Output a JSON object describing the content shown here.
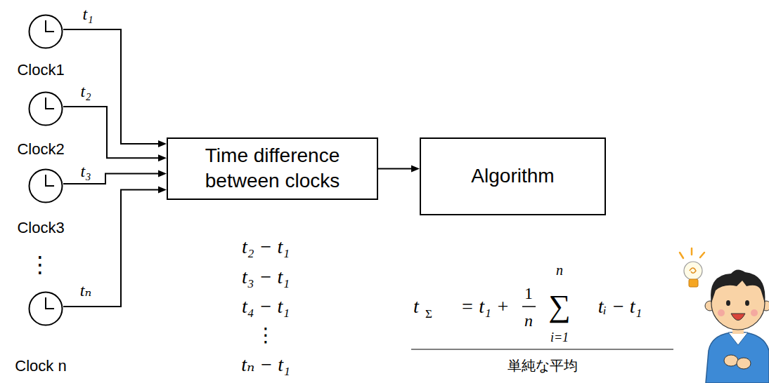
{
  "diagram": {
    "nodes": [
      {
        "text": [
          "Clock1"
        ]
      },
      {
        "text": [
          "Clock2"
        ]
      },
      {
        "text": [
          "Clock3"
        ]
      },
      {
        "text": [
          "Clock n"
        ]
      },
      {
        "text": [
          "Time difference between clocks"
        ]
      },
      {
        "text": [
          "Algorithm"
        ]
      }
    ],
    "edges": [
      {
        "from": 0,
        "to": 4,
        "arrow": "to",
        "label": "t₁"
      },
      {
        "from": 1,
        "to": 4,
        "arrow": "to",
        "label": "t₂"
      },
      {
        "from": 2,
        "to": 4,
        "arrow": "to",
        "label": "t₃"
      },
      {
        "from": 3,
        "to": 4,
        "arrow": "to",
        "label": "tₙ"
      },
      {
        "from": 4,
        "to": 5,
        "arrow": "to"
      }
    ],
    "labels": [
      "⋮",
      "t₂ − t₁",
      "t₃ − t₁",
      "t₄ − t₁",
      "⋮",
      "tₙ − t₁",
      "t",
      "Σ",
      "= t₁ +",
      "1",
      "n",
      "∑",
      "n",
      "i=1",
      "tᵢ − t₁",
      "単純な平均"
    ]
  }
}
